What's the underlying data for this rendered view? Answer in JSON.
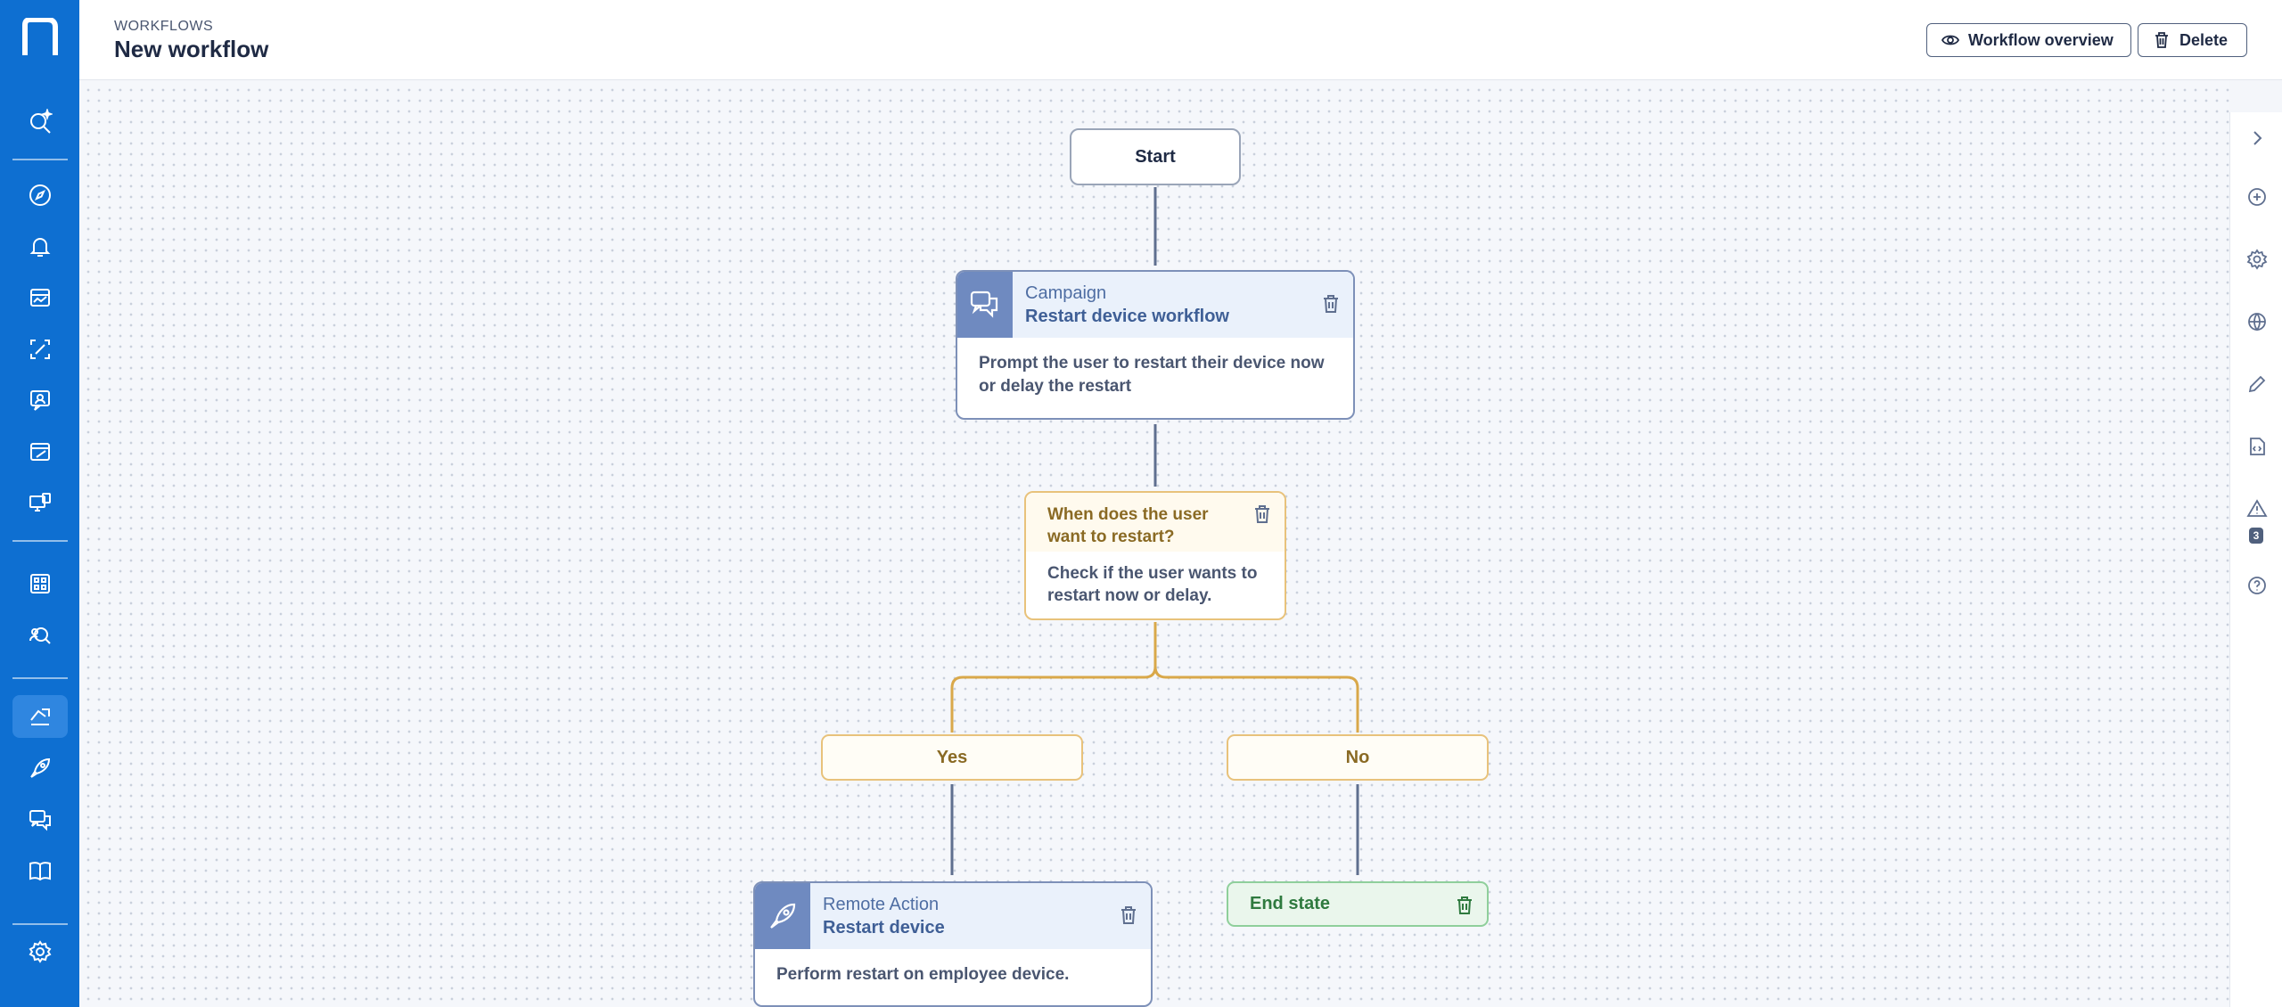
{
  "colors": {
    "nav_bg": "#0e6fd1",
    "campaign_accent": "#6f8ac0",
    "decision_accent": "#e8c27b",
    "end_accent": "#8fcf9b"
  },
  "nav": {
    "logo_icon": "nexthink-logo",
    "items": [
      {
        "icon": "search-sparkle-icon"
      },
      {
        "icon": "compass-icon"
      },
      {
        "icon": "bell-icon"
      },
      {
        "icon": "dashboard-icon"
      },
      {
        "icon": "scan-icon"
      },
      {
        "icon": "people-chat-icon"
      },
      {
        "icon": "image-edit-icon"
      },
      {
        "icon": "devices-icon"
      },
      {
        "icon": "grid-icon"
      },
      {
        "icon": "search-people-icon"
      },
      {
        "icon": "workflow-icon",
        "active": true
      },
      {
        "icon": "rocket-icon"
      },
      {
        "icon": "chat-icon"
      },
      {
        "icon": "book-icon"
      },
      {
        "icon": "settings-icon"
      }
    ]
  },
  "header": {
    "breadcrumb": "WORKFLOWS",
    "title": "New workflow",
    "overview_label": "Workflow overview",
    "delete_label": "Delete"
  },
  "workflow": {
    "start_label": "Start",
    "campaign": {
      "kind": "Campaign",
      "name": "Restart device workflow",
      "description": "Prompt the user to restart their device now or delay the restart"
    },
    "decision": {
      "title": "When does the user want to restart?",
      "description": "Check if the user wants to restart now or delay."
    },
    "branches": {
      "yes": "Yes",
      "no": "No"
    },
    "remote_action": {
      "kind": "Remote Action",
      "name": "Restart device",
      "description": "Perform restart on employee device."
    },
    "end_state": "End state"
  },
  "right_rail": {
    "warning_count": "3",
    "items": [
      "chevron-right-icon",
      "add-icon",
      "gear-icon",
      "globe-icon",
      "pencil-icon",
      "code-file-icon",
      "warning-icon",
      "help-icon"
    ]
  }
}
